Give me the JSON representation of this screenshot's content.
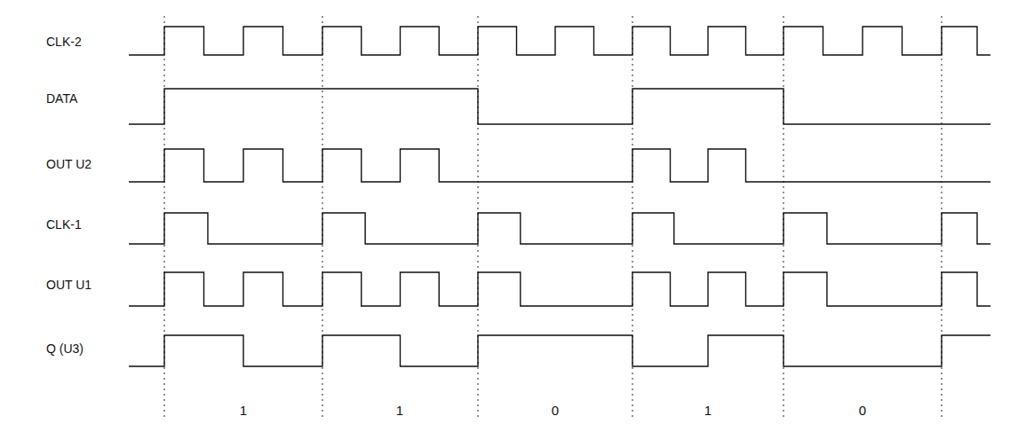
{
  "diagram": {
    "labels": [
      "CLK-2",
      "DATA",
      "OUT U2",
      "CLK-1",
      "OUT U1",
      "Q (U3)",
      "1",
      "1",
      "0",
      "1",
      "0"
    ]
  }
}
